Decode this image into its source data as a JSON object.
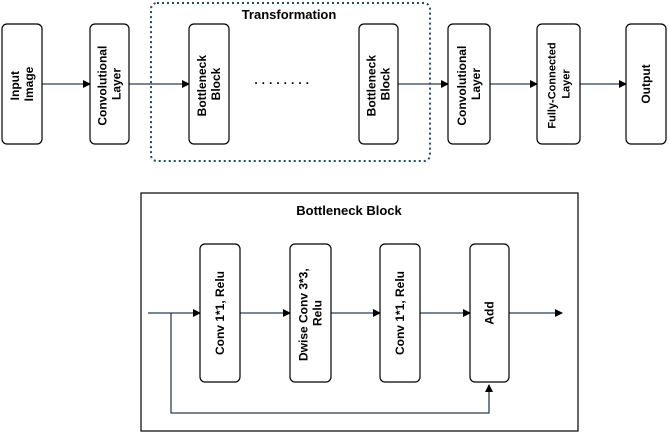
{
  "top_row": {
    "nodes": [
      {
        "id": "input",
        "lines": [
          "Input",
          "Image"
        ]
      },
      {
        "id": "conv1",
        "lines": [
          "Convolutional",
          "Layer"
        ]
      },
      {
        "id": "bottleneck1",
        "lines": [
          "Bottleneck",
          "Block"
        ]
      },
      {
        "id": "bottleneck2",
        "lines": [
          "Bottleneck",
          "Block"
        ]
      },
      {
        "id": "conv2",
        "lines": [
          "Convolutional",
          "Layer"
        ]
      },
      {
        "id": "fc",
        "lines": [
          "Fully-Connected",
          "Layer"
        ]
      },
      {
        "id": "output",
        "lines": [
          "Output"
        ]
      }
    ],
    "group_label": "Transformation",
    "ellipsis": "· · · · · · · ·"
  },
  "bottleneck_detail": {
    "title": "Bottleneck Block",
    "nodes": [
      {
        "id": "conv1x1a",
        "lines": [
          "Conv 1*1, Relu"
        ]
      },
      {
        "id": "dwise",
        "lines": [
          "Dwise Conv 3*3,",
          "Relu"
        ]
      },
      {
        "id": "conv1x1b",
        "lines": [
          "Conv 1*1, Relu"
        ]
      },
      {
        "id": "add",
        "lines": [
          "Add"
        ]
      }
    ]
  },
  "colors": {
    "stroke": "#000000",
    "arrow": "#2c3e50",
    "group_border": "#1f4e5f"
  }
}
